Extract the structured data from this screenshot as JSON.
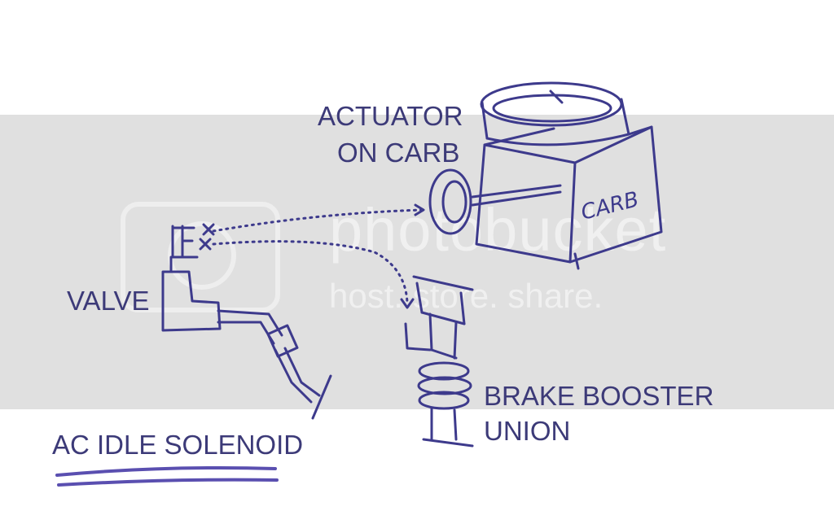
{
  "diagram": {
    "labels": {
      "actuator_line1": "ACTUATOR",
      "actuator_line2": "ON CARB",
      "valve": "VALVE",
      "brake_booster_line1": "BRAKE BOOSTER",
      "brake_booster_line2": "UNION",
      "title": "AC IDLE SOLENOID"
    },
    "carb_text": "CARB"
  },
  "watermark": {
    "brand": "photobucket",
    "tagline": "host. store. share."
  },
  "colors": {
    "ink": "#3d3a8c",
    "band": "#e0e0e0",
    "label_text": "#3c3a78",
    "title_underline": "#5a4fb0"
  }
}
